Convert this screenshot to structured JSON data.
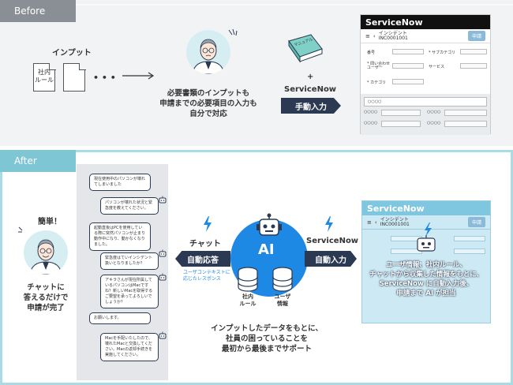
{
  "before": {
    "tab_label": "Before",
    "input_label": "インプット",
    "doc_label_line1": "社内",
    "doc_label_line2": "ルール",
    "dots": "• • •",
    "caption_line1": "必要書類のインプットも",
    "caption_line2": "申請までの必要項目の入力も",
    "caption_line3": "自分で対応",
    "book_label": "マニュアル",
    "plus": "+",
    "servicenow_label": "ServiceNow",
    "manual_input_tag": "手動入力",
    "sn_panel": {
      "title": "ServiceNow",
      "incident_label": "インシデント",
      "incident_number": "INC0001001",
      "submit_button": "申請",
      "row_labels": [
        "番号",
        "* 問い合わせユーザー",
        "* カテゴリ"
      ],
      "right_labels": [
        "* サブカテゴリ",
        "サービス"
      ],
      "field_placeholder": "○○○○"
    }
  },
  "after": {
    "tab_label": "After",
    "easy_label": "簡単！",
    "person_caption_line1": "チャットに",
    "person_caption_line2": "答えるだけで",
    "person_caption_line3": "申請が完了",
    "chat_messages": [
      "現在使用中のパソコンが壊れてしまいました",
      "パソコンが壊れた状況と緊急度を教えてください。",
      "起動直後はPCを使用している際に突然パソコンが止まり動作中になり、動かなくなりました。",
      "緊急度はていインシデント扱いとなりましたか？",
      "アキラさんが現在所属しているパソコンはMacですね？新しいMacを取得するご要望を承ってよろしいでしょうか？",
      "お願いします。",
      "Macを手配いたしたので、壊れたMacと交換してください。Macの返却手続きを実施してください。"
    ],
    "chat_label": "チャット",
    "auto_response_tag": "自動応答",
    "context_caption_line1": "ユーザコンテキストに",
    "context_caption_line2": "応じたレスポンス",
    "ai_label": "AI",
    "db1_label_line1": "社内",
    "db1_label_line2": "ルール",
    "db2_label_line1": "ユーザ",
    "db2_label_line2": "情報",
    "servicenow_label": "ServiceNow",
    "auto_input_tag": "自動入力",
    "bottom_caption_line1": "インプットしたデータをもとに、",
    "bottom_caption_line2": "社員の困っていることを",
    "bottom_caption_line3": "最初から最後までサポート",
    "sn_overlay_line1": "ユーザ情報、社内ルール、",
    "sn_overlay_line2": "チャットから収集した情報をもとに、",
    "sn_overlay_line3": "ServiceNow に自動入力後、",
    "sn_overlay_line4": "申請まで AI が担当",
    "sn_panel": {
      "title": "ServiceNow",
      "incident_label": "インシデント",
      "incident_number": "INC0001001",
      "submit_button": "申請"
    }
  },
  "colors": {
    "before_bg": "#f2f3f5",
    "after_border": "#a9dbe4",
    "navy": "#2b3a52",
    "ai_blue": "#1e88e5",
    "bolt_blue": "#1e88e5",
    "sn_blue": "#7fc6e0"
  }
}
